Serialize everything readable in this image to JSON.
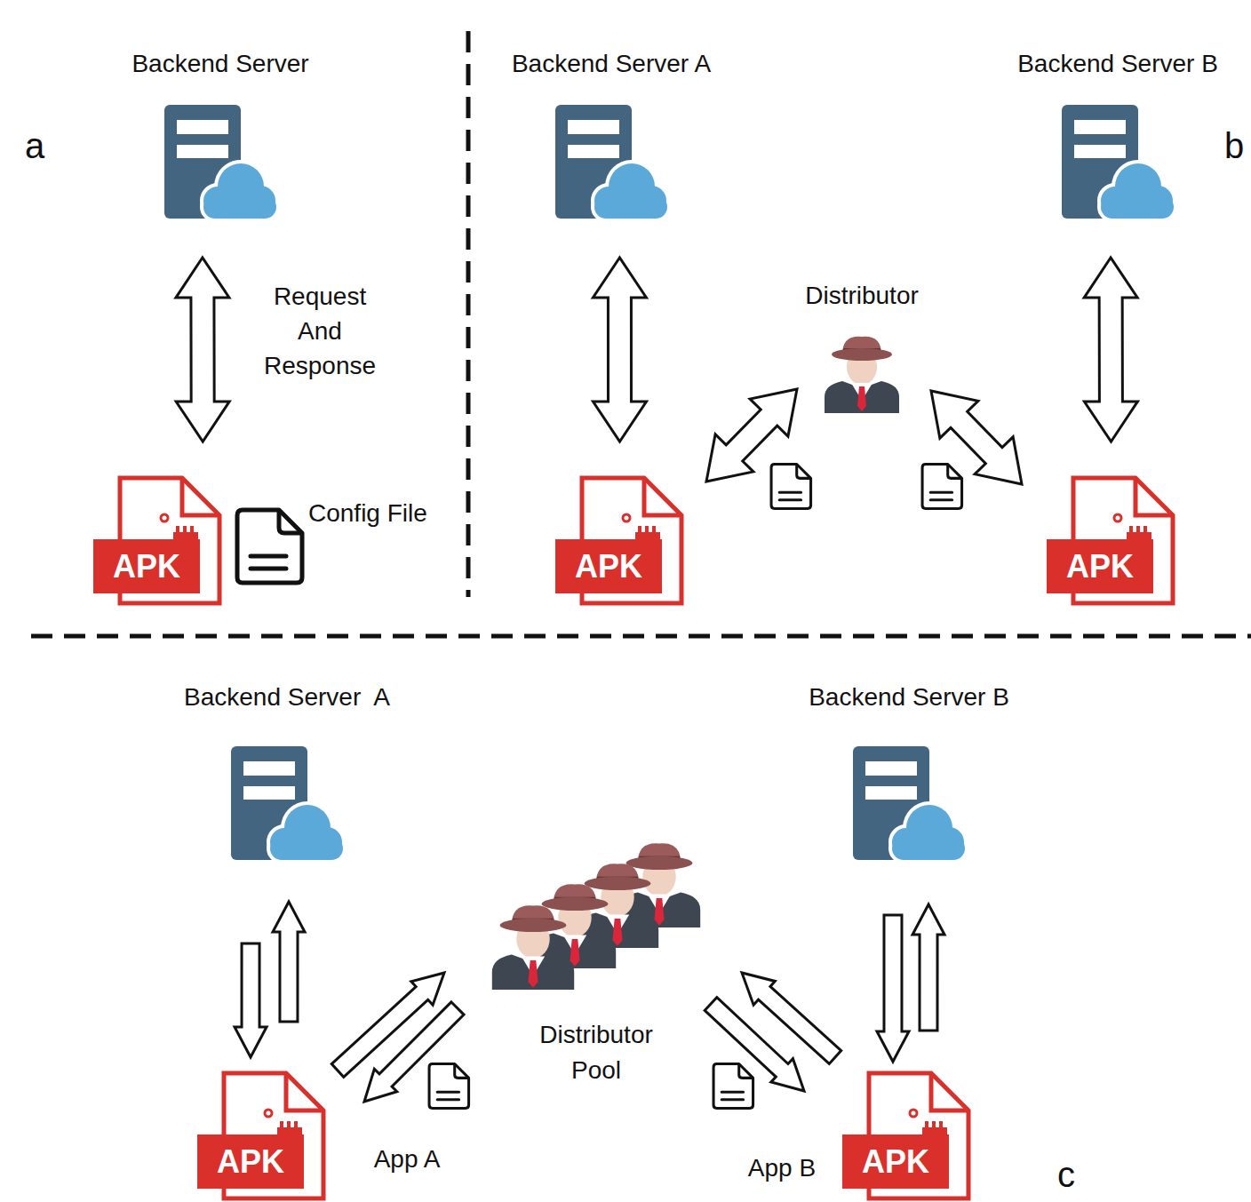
{
  "diagram": {
    "nodes": [
      {
        "text": [
          "Backend Server"
        ]
      },
      {
        "text": [
          "APK"
        ]
      },
      {
        "text": [
          "Backend Server A"
        ]
      },
      {
        "text": [
          "APK"
        ]
      },
      {
        "text": [
          "Distributor"
        ]
      },
      {
        "text": [
          "Backend Server B"
        ]
      },
      {
        "text": [
          "APK"
        ]
      },
      {
        "text": [
          "Backend Server  A"
        ]
      },
      {
        "text": [
          "APK",
          "App A"
        ]
      },
      {
        "text": [
          "Distributor Pool"
        ]
      },
      {
        "text": [
          "Backend Server B"
        ]
      },
      {
        "text": [
          "APK",
          "App B"
        ]
      }
    ],
    "edges": [
      {
        "from": 0,
        "to": 1,
        "arrow": "both",
        "label": "Request And Response"
      },
      {
        "from": 2,
        "to": 3,
        "arrow": "both"
      },
      {
        "from": 3,
        "to": 4,
        "arrow": "both"
      },
      {
        "from": 4,
        "to": 6,
        "arrow": "both"
      },
      {
        "from": 5,
        "to": 6,
        "arrow": "both"
      },
      {
        "from": 7,
        "to": 8,
        "arrow": "to"
      },
      {
        "from": 8,
        "to": 7,
        "arrow": "to"
      },
      {
        "from": 8,
        "to": 9,
        "arrow": "to"
      },
      {
        "from": 9,
        "to": 8,
        "arrow": "to"
      },
      {
        "from": 11,
        "to": 9,
        "arrow": "to"
      },
      {
        "from": 9,
        "to": 11,
        "arrow": "to"
      },
      {
        "from": 10,
        "to": 11,
        "arrow": "to"
      },
      {
        "from": 11,
        "to": 10,
        "arrow": "to"
      }
    ],
    "labels": [
      "a",
      "b",
      "Config File",
      "c"
    ]
  }
}
